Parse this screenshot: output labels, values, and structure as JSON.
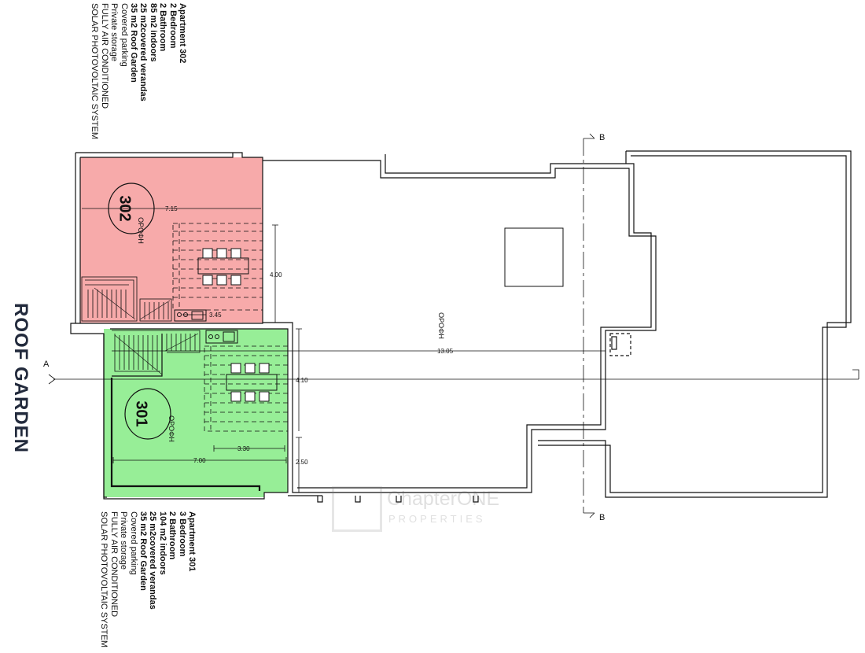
{
  "page_title": "ROOF GARDEN",
  "apartments": [
    {
      "id": "302",
      "heading": "Apartment 302",
      "bold_lines": [
        "2 Bedroom",
        "2 Bathroom",
        "85 m2 indoors",
        "25 m2covered verandas",
        "35 m2 Roof Garden"
      ],
      "lines": [
        "Covered parking",
        "Private storage",
        "FULLY AIR CONDITIONED",
        "SOLAR PHOTOVOLTAIC SYSTEM"
      ],
      "fill_color": "#f7aaaa"
    },
    {
      "id": "301",
      "heading": "Apartment 301",
      "bold_lines": [
        "3 Bedroom",
        "2 Bathroom",
        "104 m2 indoors",
        "25 m2covered verandas",
        "35 m2 Roof Garden"
      ],
      "lines": [
        "Covered parking",
        "Private storage",
        "FULLY AIR CONDITIONED",
        "SOLAR PHOTOVOLTAIC SYSTEM"
      ],
      "fill_color": "#97ee97"
    }
  ],
  "plan": {
    "room_labels": {
      "apt302": "ΟΡΟΦΗ",
      "apt301": "ΟΡΟΦΗ",
      "roof": "ΟΡΟΦΗ"
    },
    "dimensions": {
      "d715": "7.15",
      "d400": "4.00",
      "d345": "3.45",
      "d1305": "13.05",
      "d410": "4.10",
      "d330": "3.30",
      "d700": "7.00",
      "d250": "2.50"
    },
    "section_markers": {
      "a": "A",
      "b_top": "B",
      "b_bottom": "B"
    }
  },
  "watermark": {
    "name": "ChapterONE",
    "subtitle": "PROPERTIES"
  },
  "colors": {
    "ink": "#111111",
    "title": "#222a3c"
  }
}
